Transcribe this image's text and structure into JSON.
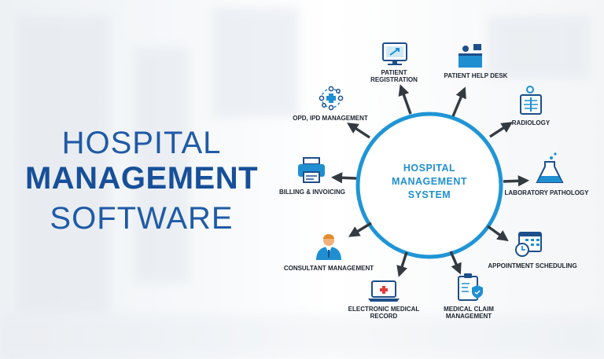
{
  "title": {
    "line1": "HOSPITAL",
    "line2": "MANAGEMENT",
    "line3": "SOFTWARE"
  },
  "center": {
    "line1": "HOSPITAL",
    "line2": "MANAGEMENT",
    "line3": "SYSTEM"
  },
  "colors": {
    "ring": "#1f95d6",
    "arrow": "#333a42",
    "icon_blue": "#1f8fd1",
    "icon_dark": "#1d4f8a",
    "title": "#1f5aa6"
  },
  "modules": [
    {
      "id": "registration",
      "icon": "monitor-arrow-icon",
      "lines": [
        "PATIENT",
        "REGISTRATION"
      ]
    },
    {
      "id": "helpdesk",
      "icon": "help-desk-icon",
      "lines": [
        "PATIENT HELP DESK"
      ]
    },
    {
      "id": "radiology",
      "icon": "xray-icon",
      "lines": [
        "RADIOLOGY"
      ]
    },
    {
      "id": "laboratory",
      "icon": "flask-icon",
      "lines": [
        "LABORATORY PATHOLOGY"
      ]
    },
    {
      "id": "appointment",
      "icon": "calendar-clock-icon",
      "lines": [
        "APPOINTMENT SCHEDULING"
      ]
    },
    {
      "id": "claim",
      "icon": "clipboard-shield-icon",
      "lines": [
        "MEDICAL CLAIM",
        "MANAGEMENT"
      ]
    },
    {
      "id": "emr",
      "icon": "laptop-cross-icon",
      "lines": [
        "ELECTRONIC MEDICAL",
        "RECORD"
      ]
    },
    {
      "id": "consultant",
      "icon": "doctor-icon",
      "lines": [
        "CONSULTANT MANAGEMENT"
      ]
    },
    {
      "id": "billing",
      "icon": "printer-icon",
      "lines": [
        "BILLING & INVOICING"
      ]
    },
    {
      "id": "opd",
      "icon": "network-cross-icon",
      "lines": [
        "OPD, IPD MANAGEMENT"
      ]
    }
  ]
}
